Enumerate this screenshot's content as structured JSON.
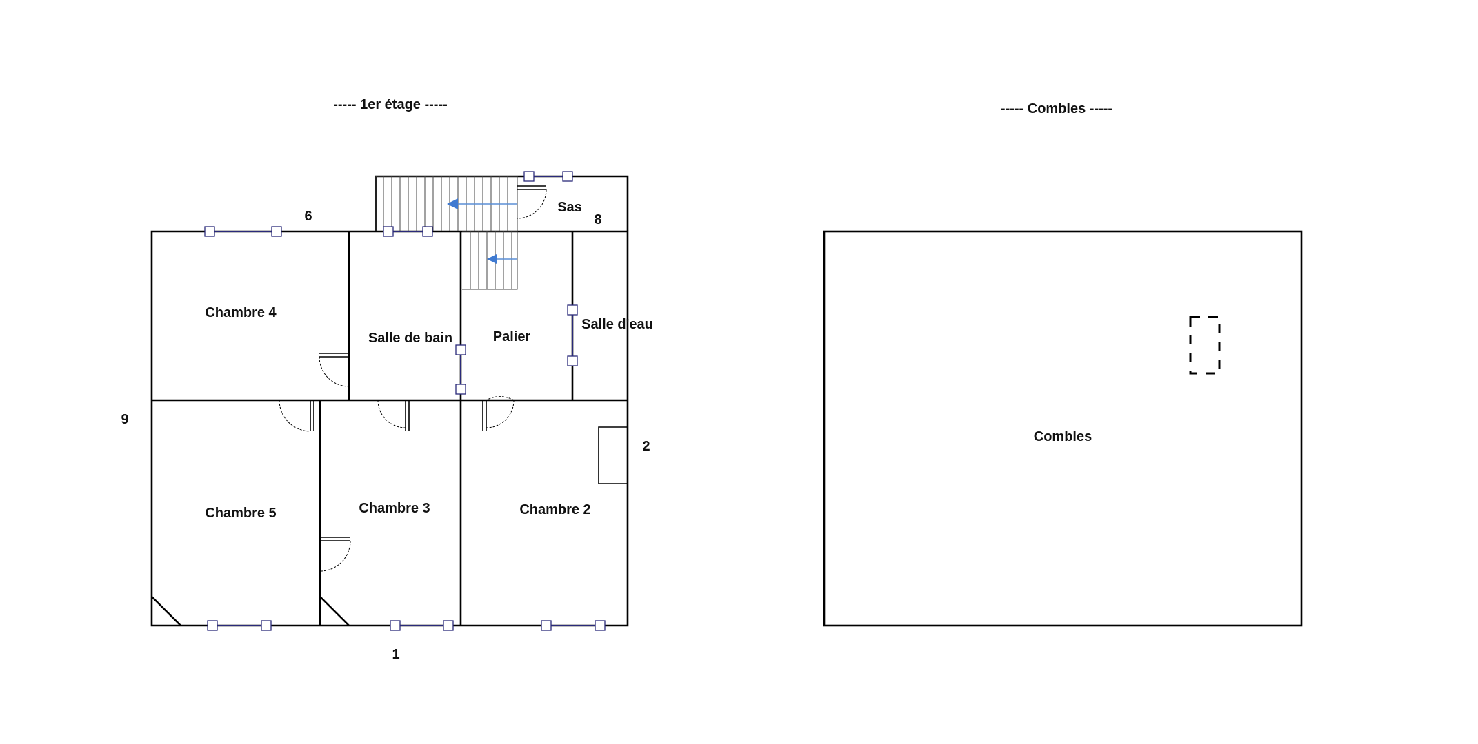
{
  "floors": {
    "first": {
      "title": "-----  1er étage  -----"
    },
    "attic": {
      "title": "-----  Combles  -----"
    }
  },
  "rooms": {
    "chambre4": "Chambre 4",
    "salle_de_bain": "Salle de bain",
    "palier": "Palier",
    "salle_deau": "Salle d'eau",
    "sas": "Sas",
    "chambre5": "Chambre 5",
    "chambre3": "Chambre 3",
    "chambre2": "Chambre 2",
    "combles": "Combles"
  },
  "wall_numbers": {
    "n6": "6",
    "n8": "8",
    "n9": "9",
    "n2": "2",
    "n1": "1"
  },
  "colors": {
    "wall": "#000000",
    "window": "#2a2a7a",
    "stair_arrow": "#3f7ad1"
  }
}
